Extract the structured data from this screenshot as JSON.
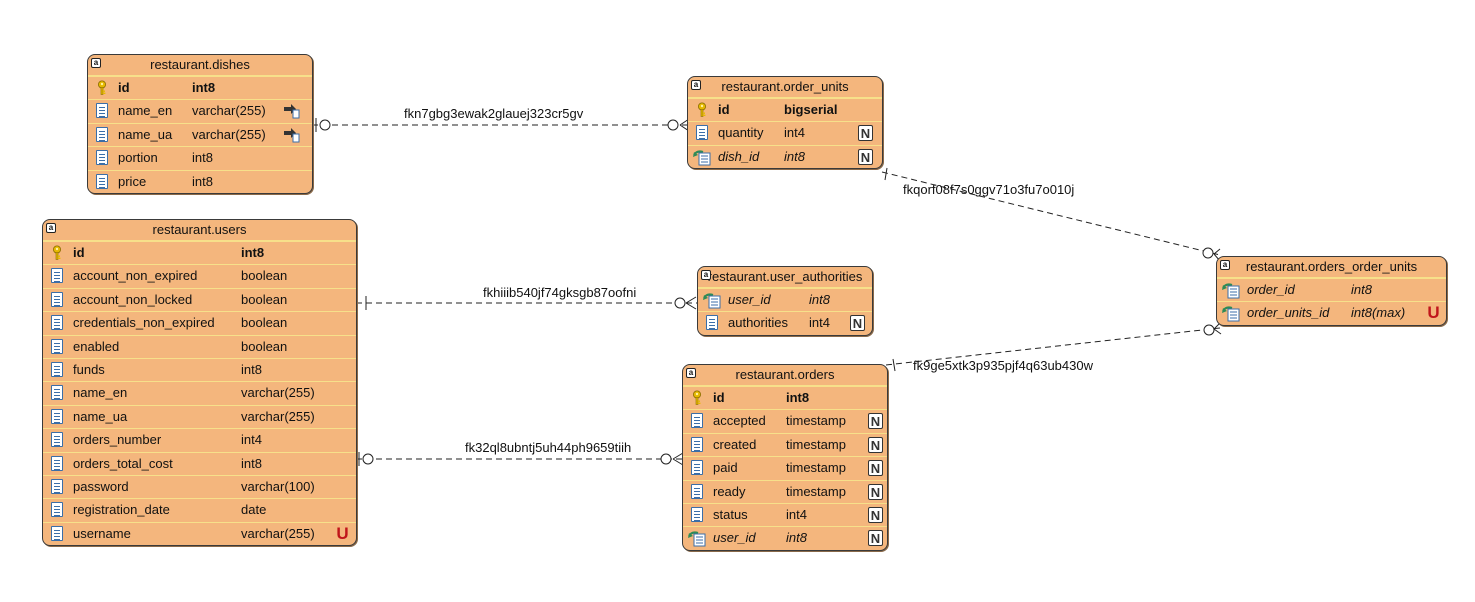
{
  "tables": {
    "dishes": {
      "title": "restaurant.dishes",
      "columns": [
        {
          "name": "id",
          "type": "int8",
          "kind": "pk",
          "flag": ""
        },
        {
          "name": "name_en",
          "type": "varchar(255)",
          "kind": "col",
          "flag": "arrow"
        },
        {
          "name": "name_ua",
          "type": "varchar(255)",
          "kind": "col",
          "flag": "arrow"
        },
        {
          "name": "portion",
          "type": "int8",
          "kind": "col",
          "flag": ""
        },
        {
          "name": "price",
          "type": "int8",
          "kind": "col",
          "flag": ""
        }
      ]
    },
    "users": {
      "title": "restaurant.users",
      "columns": [
        {
          "name": "id",
          "type": "int8",
          "kind": "pk",
          "flag": ""
        },
        {
          "name": "account_non_expired",
          "type": "boolean",
          "kind": "col",
          "flag": ""
        },
        {
          "name": "account_non_locked",
          "type": "boolean",
          "kind": "col",
          "flag": ""
        },
        {
          "name": "credentials_non_expired",
          "type": "boolean",
          "kind": "col",
          "flag": ""
        },
        {
          "name": "enabled",
          "type": "boolean",
          "kind": "col",
          "flag": ""
        },
        {
          "name": "funds",
          "type": "int8",
          "kind": "col",
          "flag": ""
        },
        {
          "name": "name_en",
          "type": "varchar(255)",
          "kind": "col",
          "flag": ""
        },
        {
          "name": "name_ua",
          "type": "varchar(255)",
          "kind": "col",
          "flag": ""
        },
        {
          "name": "orders_number",
          "type": "int4",
          "kind": "col",
          "flag": ""
        },
        {
          "name": "orders_total_cost",
          "type": "int8",
          "kind": "col",
          "flag": ""
        },
        {
          "name": "password",
          "type": "varchar(100)",
          "kind": "col",
          "flag": ""
        },
        {
          "name": "registration_date",
          "type": "date",
          "kind": "col",
          "flag": ""
        },
        {
          "name": "username",
          "type": "varchar(255)",
          "kind": "col",
          "flag": "U"
        }
      ]
    },
    "order_units": {
      "title": "restaurant.order_units",
      "columns": [
        {
          "name": "id",
          "type": "bigserial",
          "kind": "pk",
          "flag": ""
        },
        {
          "name": "quantity",
          "type": "int4",
          "kind": "col",
          "flag": "N"
        },
        {
          "name": "dish_id",
          "type": "int8",
          "kind": "fk",
          "flag": "N"
        }
      ]
    },
    "user_authorities": {
      "title": "restaurant.user_authorities",
      "columns": [
        {
          "name": "user_id",
          "type": "int8",
          "kind": "fk",
          "flag": ""
        },
        {
          "name": "authorities",
          "type": "int4",
          "kind": "col",
          "flag": "N"
        }
      ]
    },
    "orders": {
      "title": "restaurant.orders",
      "columns": [
        {
          "name": "id",
          "type": "int8",
          "kind": "pk",
          "flag": ""
        },
        {
          "name": "accepted",
          "type": "timestamp",
          "kind": "col",
          "flag": "N"
        },
        {
          "name": "created",
          "type": "timestamp",
          "kind": "col",
          "flag": "N"
        },
        {
          "name": "paid",
          "type": "timestamp",
          "kind": "col",
          "flag": "N"
        },
        {
          "name": "ready",
          "type": "timestamp",
          "kind": "col",
          "flag": "N"
        },
        {
          "name": "status",
          "type": "int4",
          "kind": "col",
          "flag": "N"
        },
        {
          "name": "user_id",
          "type": "int8",
          "kind": "fk",
          "flag": "N"
        }
      ]
    },
    "orders_order_units": {
      "title": "restaurant.orders_order_units",
      "columns": [
        {
          "name": "order_id",
          "type": "int8",
          "kind": "fk",
          "flag": ""
        },
        {
          "name": "order_units_id",
          "type": "int8(max)",
          "kind": "fk",
          "flag": "U"
        }
      ]
    }
  },
  "relations": {
    "dishes_order_units": "fkn7gbg3ewak2glauej323cr5gv",
    "order_units_orders_order_units": "fkqorf08f7s0ggv71o3fu7o010j",
    "users_user_authorities": "fkhiiib540jf74gksgb87oofni",
    "orders_orders_order_units": "fk9ge5xtk3p935pjf4q63ub430w",
    "users_orders": "fk32ql8ubntj5uh44ph9659tiih"
  },
  "colors": {
    "entity_fill": "#f4b67d",
    "row_divider": "#f7e08a",
    "unique_flag": "#c0161b",
    "column_icon": "#3b6ea8",
    "key_icon": "#e5b800",
    "fk_icon": "#2e8b57"
  }
}
